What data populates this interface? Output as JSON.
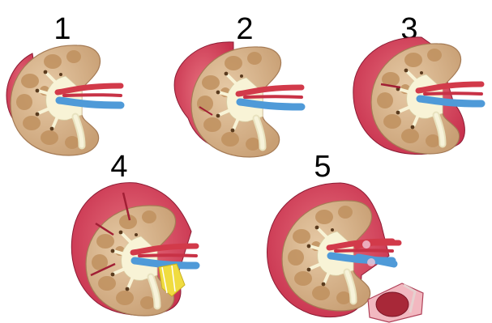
{
  "panels": [
    {
      "label": "1",
      "grade": 1
    },
    {
      "label": "2",
      "grade": 2
    },
    {
      "label": "3",
      "grade": 3
    },
    {
      "label": "4",
      "grade": 4
    },
    {
      "label": "5",
      "grade": 5
    }
  ],
  "colors": {
    "hematoma": "#d94560",
    "hematoma_dark": "#b02c48",
    "capsule_edge": "#8c1c34",
    "cortex": "#d8b690",
    "medulla": "#c39567",
    "pelvis": "#f8f3d6",
    "artery": "#d23a4a",
    "vein": "#4f9ad8",
    "ureter": "#f0ecd0",
    "urine_leak": "#f0dc40",
    "laceration": "#a11f35",
    "background": "#ffffff"
  }
}
